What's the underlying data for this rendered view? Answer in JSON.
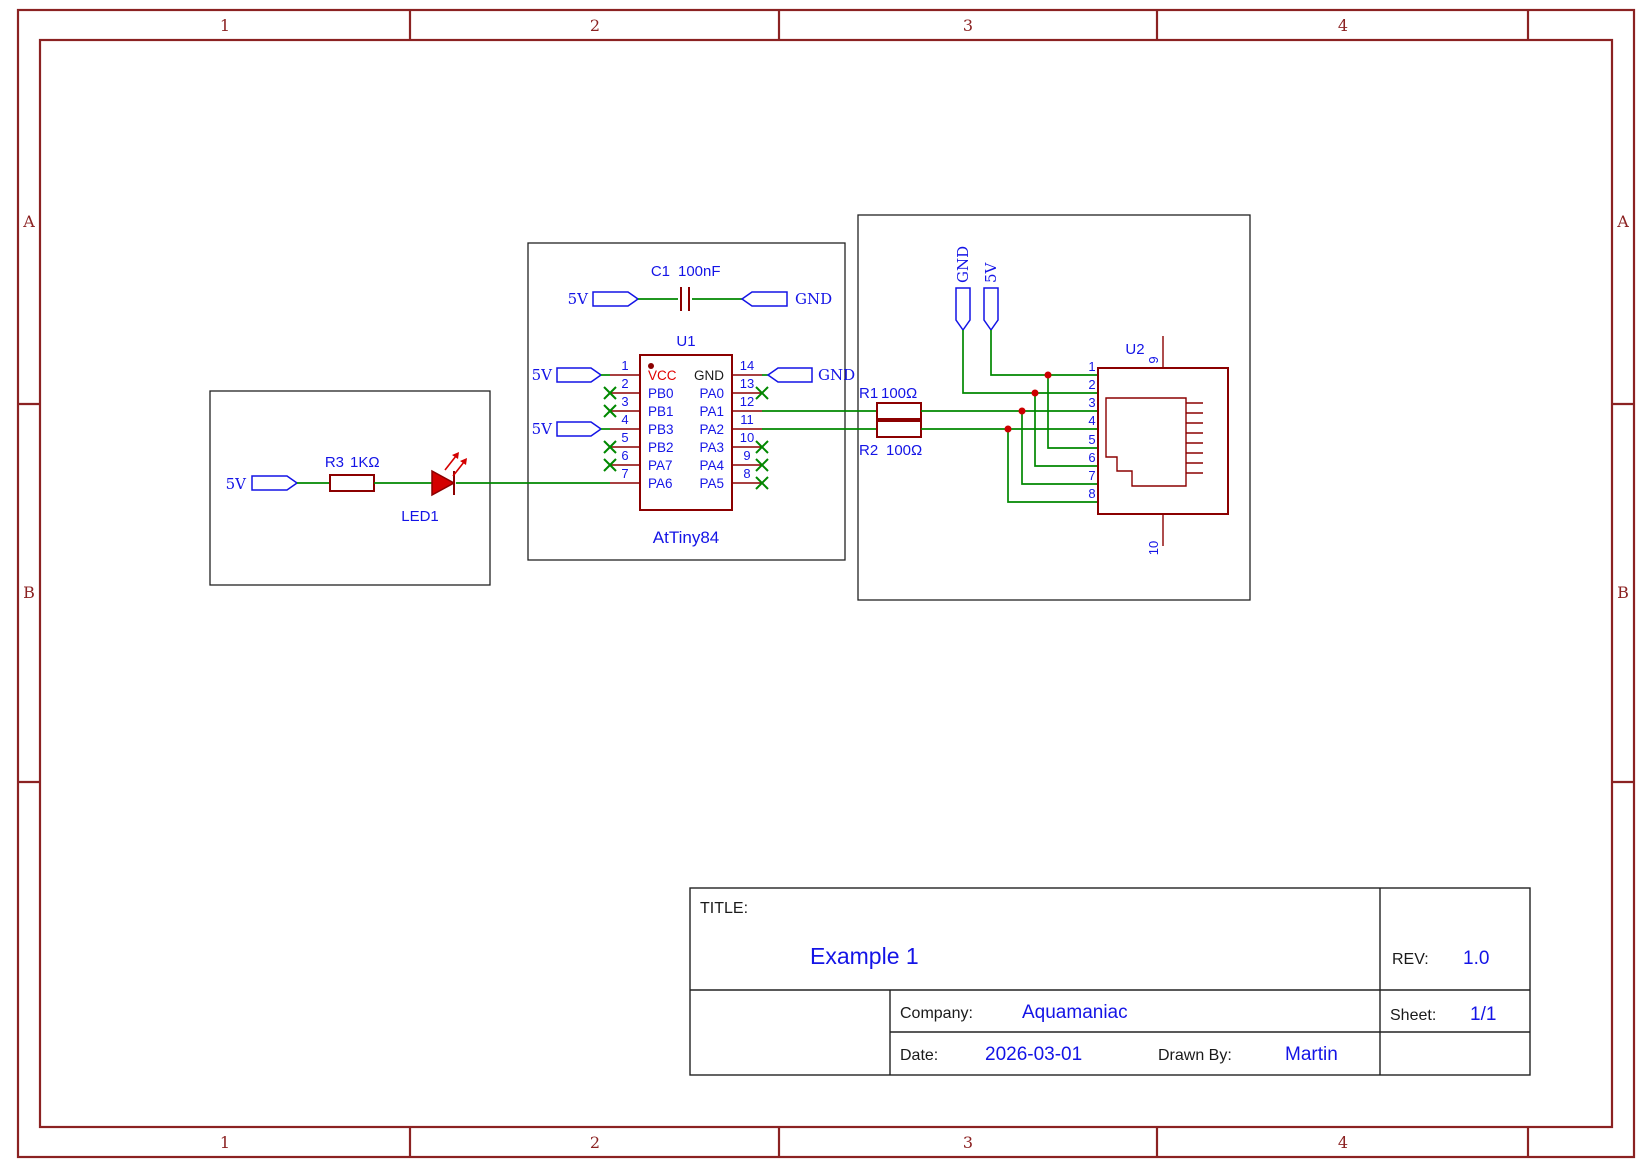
{
  "colors": {
    "frame": "#8b2222",
    "wire": "#008800",
    "component": "#8b0000",
    "label": "#1414e6",
    "vcc-red": "#e00000",
    "junction": "#cc0000",
    "led-fill": "#d40000",
    "box-border": "#222222"
  },
  "frame": {
    "columns": [
      "1",
      "2",
      "3",
      "4"
    ],
    "rows": [
      "A",
      "B"
    ]
  },
  "led_circuit": {
    "port_5v": "5V",
    "resistor": {
      "ref": "R3",
      "value": "1KΩ"
    },
    "led_ref": "LED1"
  },
  "mcu_circuit": {
    "capacitor": {
      "ref": "C1",
      "value": "100nF",
      "port_left": "5V",
      "port_right": "GND"
    },
    "ic_ref": "U1",
    "ic_name": "AtTiny84",
    "port_pin1": "5V",
    "port_pin4": "5V",
    "port_pin14": "GND",
    "left_pins": [
      {
        "num": "1",
        "name": "VCC"
      },
      {
        "num": "2",
        "name": "PB0"
      },
      {
        "num": "3",
        "name": "PB1"
      },
      {
        "num": "4",
        "name": "PB3"
      },
      {
        "num": "5",
        "name": "PB2"
      },
      {
        "num": "6",
        "name": "PA7"
      },
      {
        "num": "7",
        "name": "PA6"
      }
    ],
    "right_pins": [
      {
        "num": "14",
        "name": "GND"
      },
      {
        "num": "13",
        "name": "PA0"
      },
      {
        "num": "12",
        "name": "PA1"
      },
      {
        "num": "11",
        "name": "PA2"
      },
      {
        "num": "10",
        "name": "PA3"
      },
      {
        "num": "9",
        "name": "PA4"
      },
      {
        "num": "8",
        "name": "PA5"
      }
    ]
  },
  "connector_circuit": {
    "port_gnd": "GND",
    "port_5v": "5V",
    "r1": {
      "ref": "R1",
      "value": "100Ω"
    },
    "r2": {
      "ref": "R2",
      "value": "100Ω"
    },
    "conn_ref": "U2",
    "pins_left": [
      "1",
      "2",
      "3",
      "4",
      "5",
      "6",
      "7",
      "8"
    ],
    "pin_top": "9",
    "pin_bottom": "10"
  },
  "title_block": {
    "title_label": "TITLE:",
    "title": "Example 1",
    "rev_label": "REV:",
    "rev": "1.0",
    "company_label": "Company:",
    "company": "Aquamaniac",
    "sheet_label": "Sheet:",
    "sheet": "1/1",
    "date_label": "Date:",
    "date": "2026-03-01",
    "drawn_by_label": "Drawn By:",
    "drawn_by": "Martin"
  }
}
